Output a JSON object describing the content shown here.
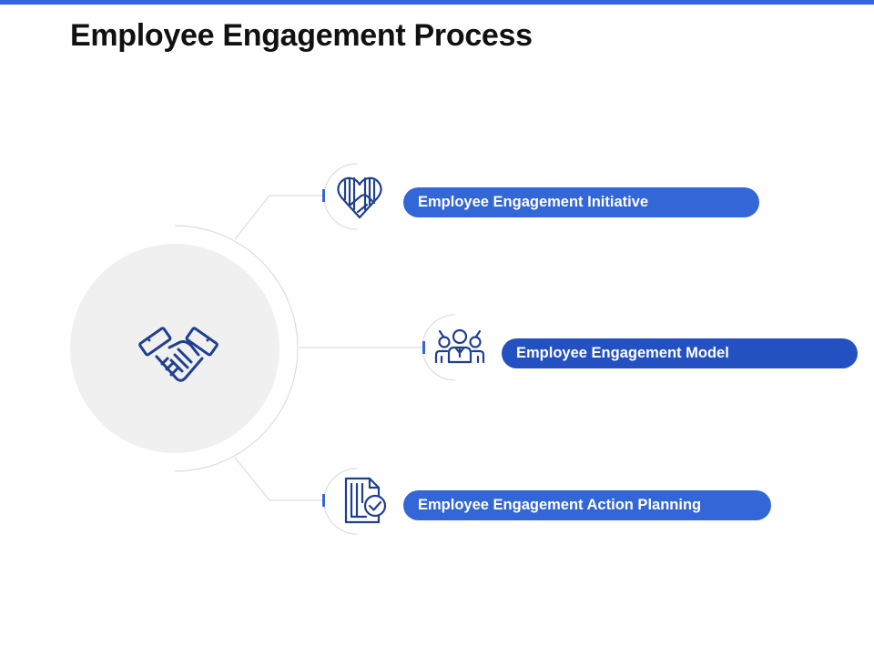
{
  "title": "Employee Engagement Process",
  "colors": {
    "accent": "#3366d6",
    "icon": "#1f3f8f",
    "hub": "#f0f0f1",
    "line": "#dddddd"
  },
  "hub": {
    "icon": "handshake-icon"
  },
  "items": [
    {
      "label": "Employee Engagement Initiative",
      "icon": "heart-handshake-icon"
    },
    {
      "label": "Employee Engagement Model",
      "icon": "team-icon"
    },
    {
      "label": "Employee Engagement Action Planning",
      "icon": "checklist-document-icon"
    }
  ]
}
